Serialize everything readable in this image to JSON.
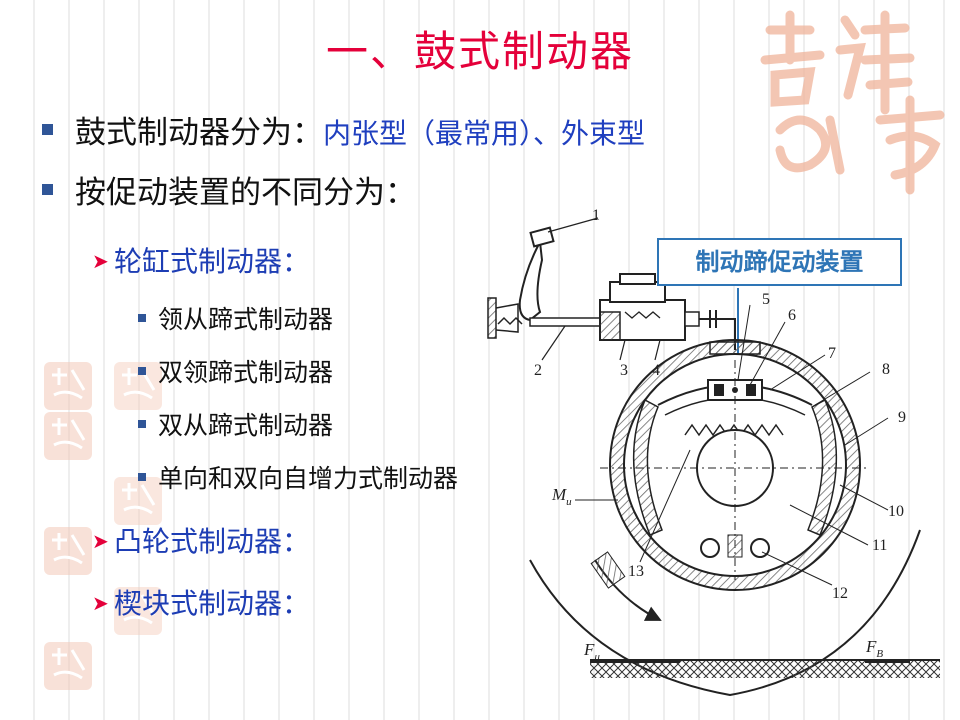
{
  "title": "一、鼓式制动器",
  "bullets": [
    {
      "text": "鼓式制动器分为：",
      "highlight": "内张型（最常用）、外束型"
    },
    {
      "text": "按促动装置的不同分为：",
      "highlight": ""
    }
  ],
  "sub_items": [
    {
      "label": "轮缸式制动器："
    },
    {
      "label": "凸轮式制动器："
    },
    {
      "label": "楔块式制动器："
    }
  ],
  "wheel_cylinder_types": [
    "领从蹄式制动器",
    "双领蹄式制动器",
    "双从蹄式制动器",
    "单向和双向自增力式制动器"
  ],
  "callout": "制动蹄促动装置",
  "diagram": {
    "numbers": [
      "1",
      "2",
      "3",
      "4",
      "5",
      "6",
      "7",
      "8",
      "9",
      "10",
      "11",
      "12",
      "13"
    ],
    "moment_label": "M",
    "moment_sub": "u",
    "force_left": "F",
    "force_left_sub": "μ",
    "force_right": "F",
    "force_right_sub": "B"
  },
  "colors": {
    "title": "#e4003a",
    "bullet_square": "#2f5597",
    "highlight_text": "#1f3fbf",
    "arrow_marker": "#e4003a",
    "callout_border": "#2e75b6",
    "diagram_hatch": "#666666"
  }
}
